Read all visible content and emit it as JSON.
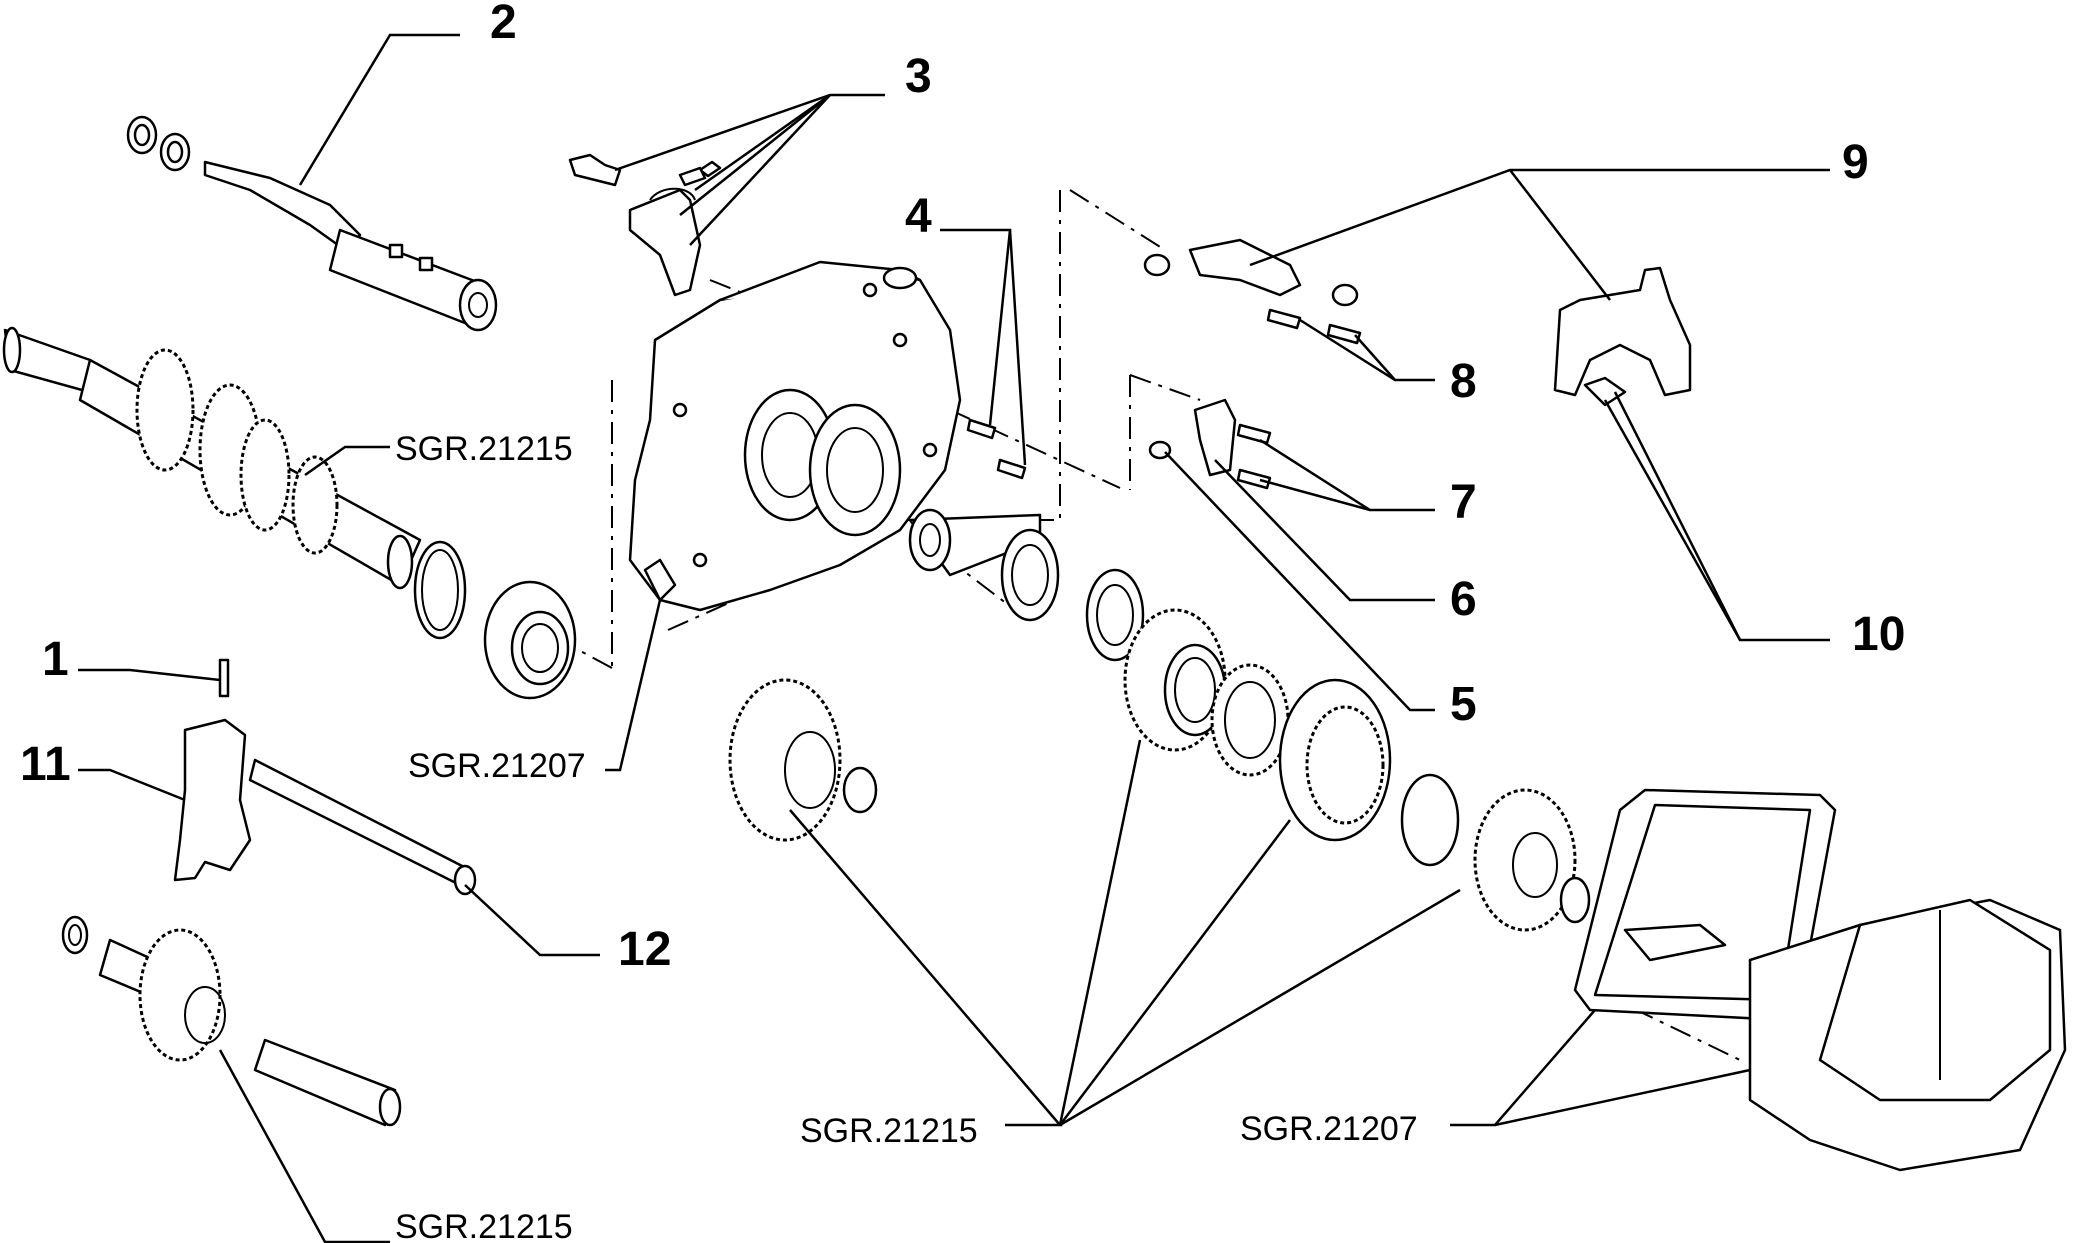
{
  "colors": {
    "background": "#ffffff",
    "line": "#000000"
  },
  "labels": {
    "n1": "1",
    "n2": "2",
    "n3": "3",
    "n4": "4",
    "n5": "5",
    "n6": "6",
    "n7": "7",
    "n8": "8",
    "n9": "9",
    "n10": "10",
    "n11": "11",
    "n12": "12",
    "ref_sgr21215_shaft": "SGR.21215",
    "ref_sgr21207_case": "SGR.21207",
    "ref_sgr21215_gears": "SGR.21215",
    "ref_sgr21207_cover": "SGR.21207",
    "ref_sgr21215_idler": "SGR.21215"
  }
}
